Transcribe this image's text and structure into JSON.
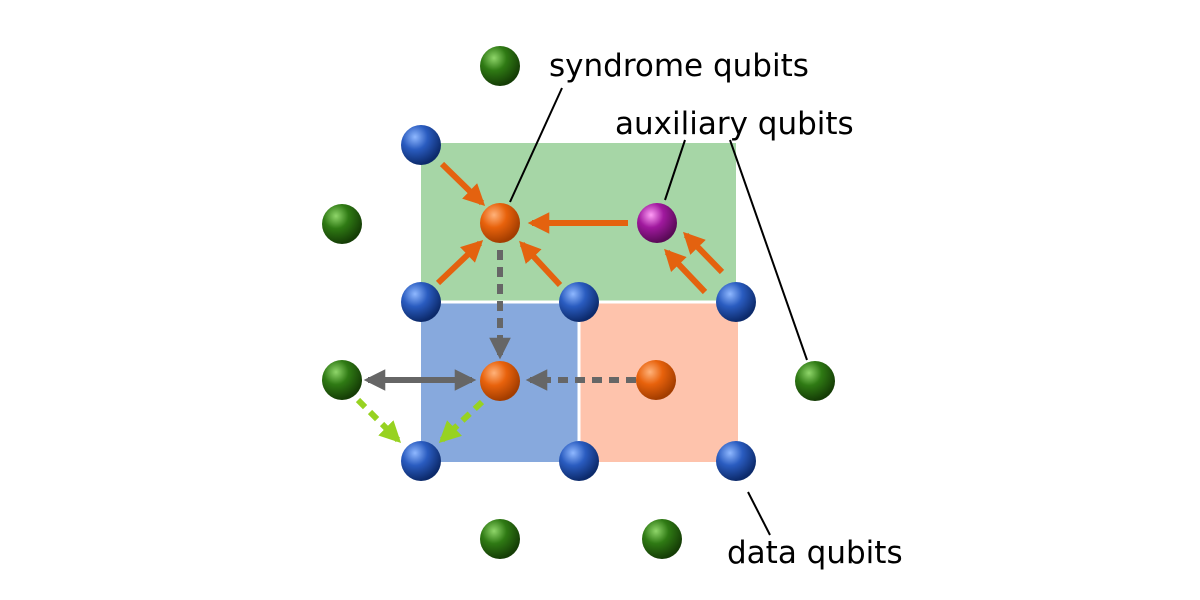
{
  "labels": {
    "syndrome": "syndrome qubits",
    "auxiliary": "auxiliary qubits",
    "data": "data qubits"
  },
  "colors": {
    "data_qubit": "#1f4fa8",
    "syndrome_qubit": "#e4620f",
    "auxiliary_qubit": "#a0199e",
    "green_qubit": "#2f7a14",
    "plaquette_green": "#a6d6a6",
    "plaquette_blue": "#87a9dd",
    "plaquette_salmon": "#fec3ac",
    "arrow_orange": "#e4620f",
    "arrow_gray": "#666666",
    "arrow_lime": "#97d221"
  },
  "icons": {
    "sphere": "qubit-sphere",
    "arrow": "arrow-head"
  }
}
